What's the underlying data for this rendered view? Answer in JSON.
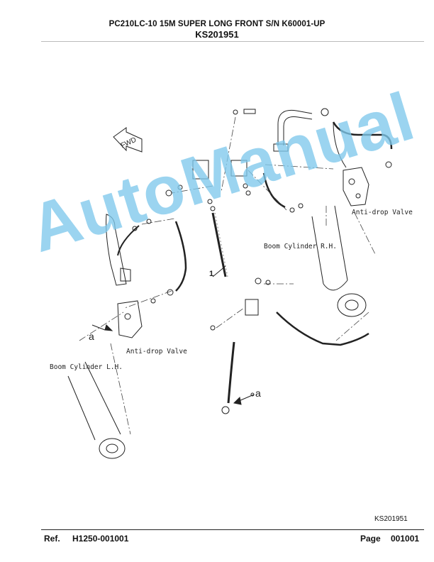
{
  "header": {
    "title": "PC210LC-10 15M SUPER LONG FRONT S/N K60001-UP",
    "code": "KS201951"
  },
  "diagram": {
    "fwd_label": "FWD",
    "item_callout": "1",
    "ref_letter_left": "a",
    "ref_letter_bottom": "a",
    "labels": {
      "anti_drop_right": "Anti-drop Valve",
      "boom_rh": "Boom Cylinder R.H.",
      "anti_drop_left": "Anti-drop Valve",
      "boom_lh": "Boom Cylinder L.H."
    },
    "drawing_code": "KS201951",
    "watermark": "AutoManual"
  },
  "footer": {
    "ref_label": "Ref.",
    "ref_value": "H1250-001001",
    "page_label": "Page",
    "page_value": "001001"
  }
}
